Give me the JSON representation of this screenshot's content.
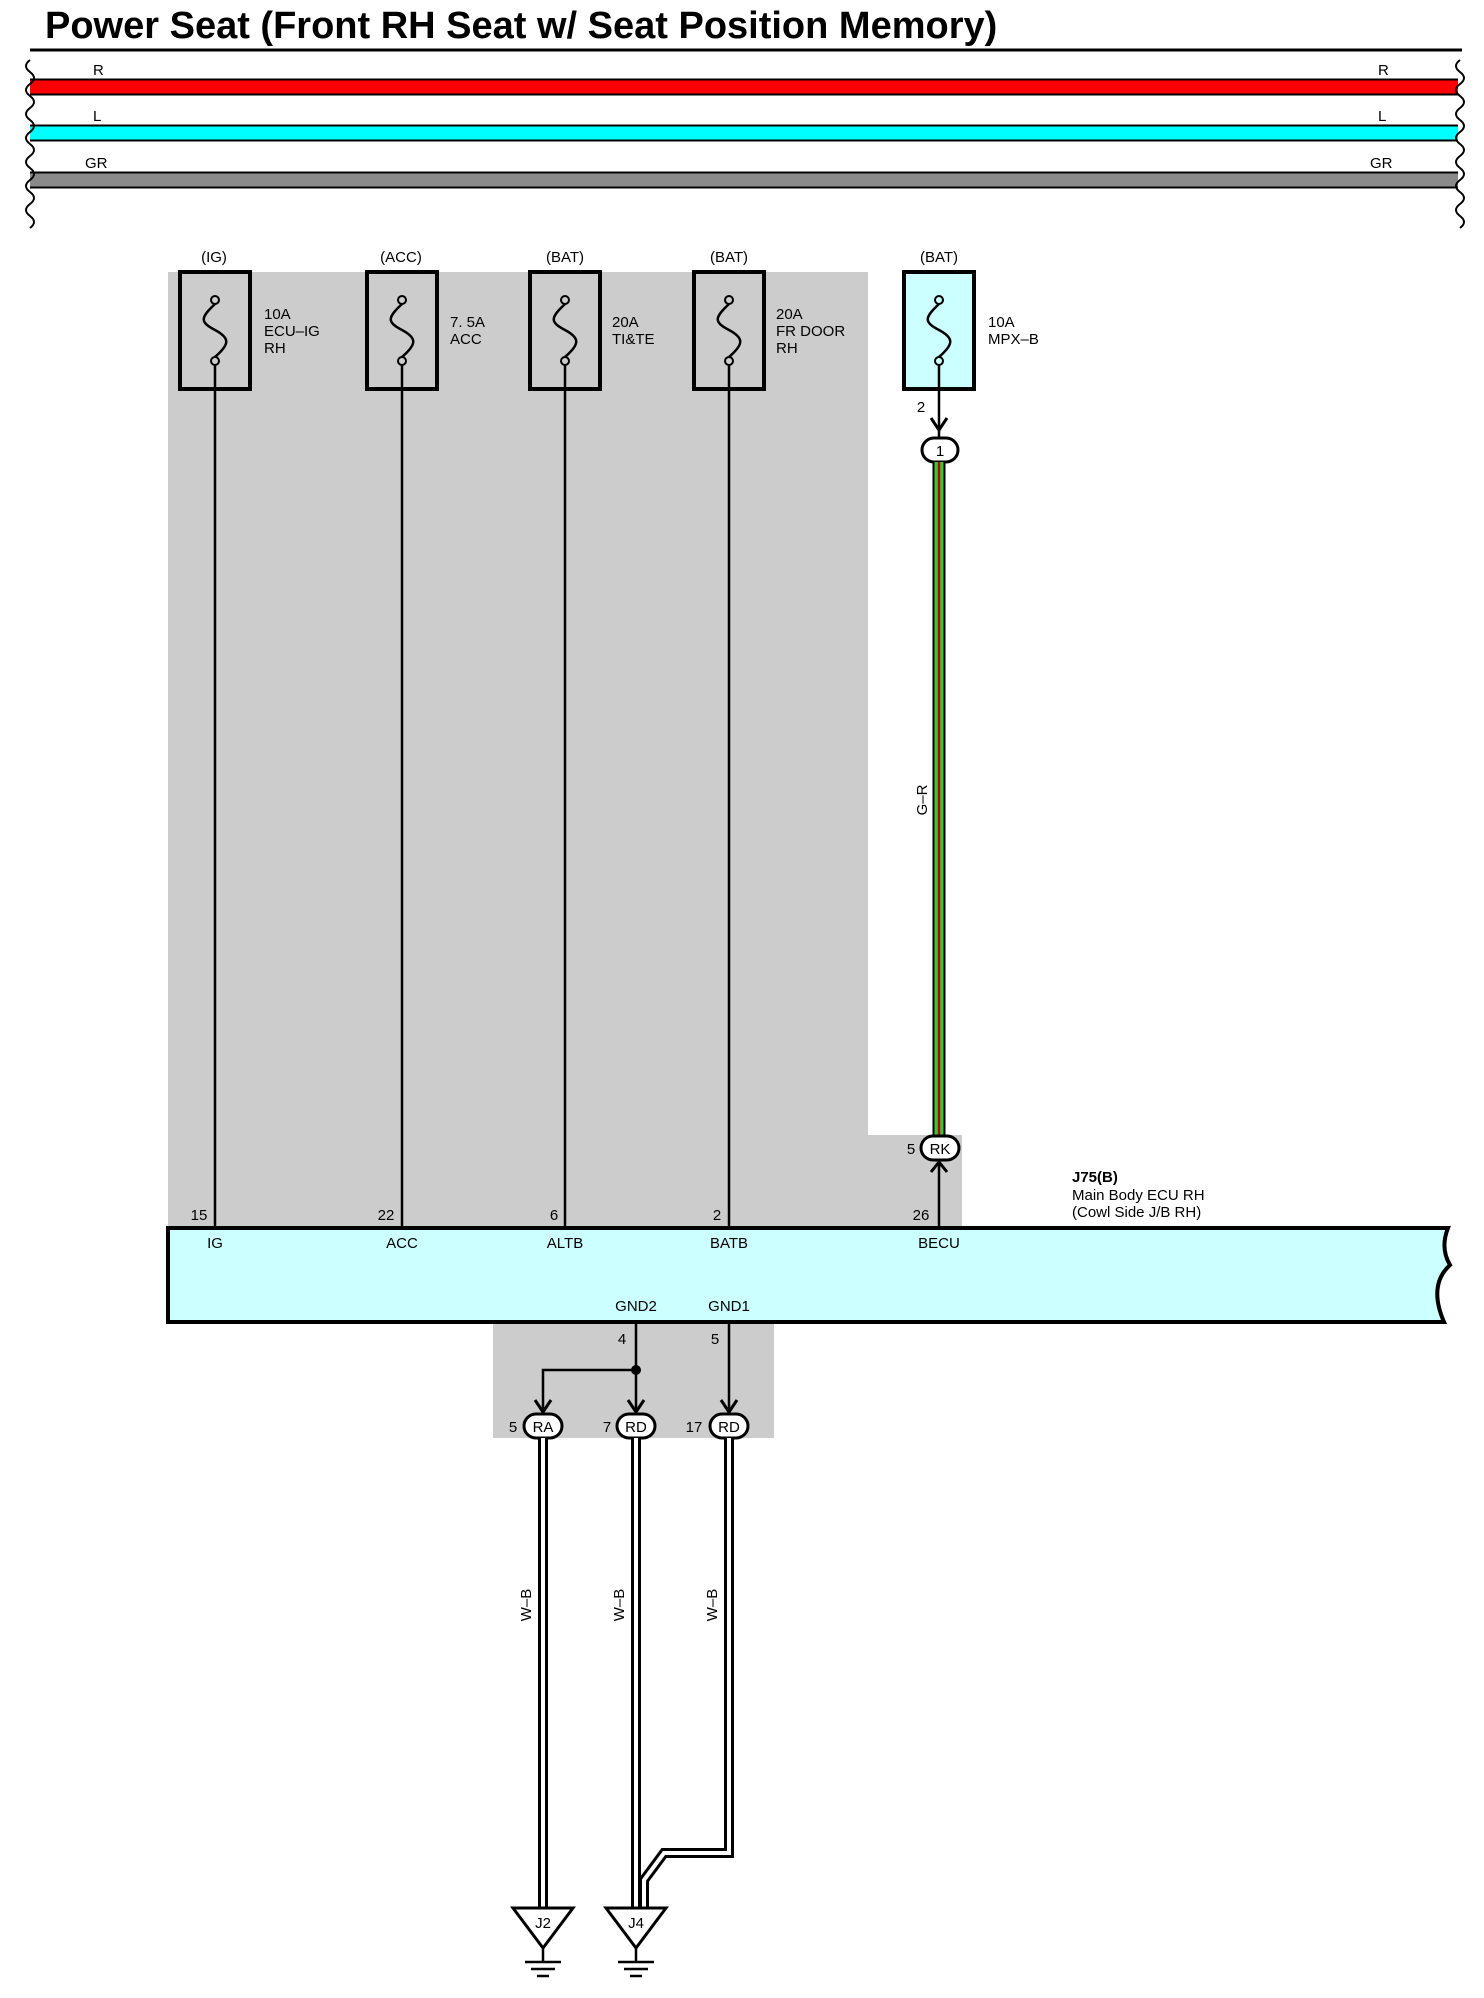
{
  "title": "Power Seat (Front RH Seat w/ Seat Position Memory)",
  "colors": {
    "red": "#ff0000",
    "cyan": "#00ffff",
    "gray": "#8a8a8a",
    "shade": "#cccccc",
    "ecu_fill": "#ccffff",
    "green": "#39c939",
    "wire_red": "#c00000"
  },
  "buses": [
    {
      "code": "R"
    },
    {
      "code": "L"
    },
    {
      "code": "GR"
    }
  ],
  "fuses": [
    {
      "source": "(IG)",
      "rating": "10A",
      "name_line1": "ECU–IG",
      "name_line2": "RH"
    },
    {
      "source": "(ACC)",
      "rating": "7. 5A",
      "name_line1": "ACC",
      "name_line2": ""
    },
    {
      "source": "(BAT)",
      "rating": "20A",
      "name_line1": "TI&TE",
      "name_line2": ""
    },
    {
      "source": "(BAT)",
      "rating": "20A",
      "name_line1": "FR DOOR",
      "name_line2": "RH"
    },
    {
      "source": "(BAT)",
      "rating": "10A",
      "name_line1": "MPX–B",
      "name_line2": ""
    }
  ],
  "mpx_wire": {
    "fuse_pin": "2",
    "junction": "1",
    "color_code": "G–R",
    "conn_pin": "5",
    "conn_code": "RK"
  },
  "ecu": {
    "ref": "J75(B)",
    "name": "Main Body ECU RH",
    "location": "(Cowl Side J/B RH)",
    "top_pins": [
      {
        "num": "15",
        "name": "IG"
      },
      {
        "num": "22",
        "name": "ACC"
      },
      {
        "num": "6",
        "name": "ALTB"
      },
      {
        "num": "2",
        "name": "BATB"
      },
      {
        "num": "26",
        "name": "BECU"
      }
    ],
    "bottom_pins": [
      {
        "num": "4",
        "name": "GND2"
      },
      {
        "num": "5",
        "name": "GND1"
      }
    ]
  },
  "ground_connectors": [
    {
      "pin": "5",
      "code": "RA",
      "wire": "W–B"
    },
    {
      "pin": "7",
      "code": "RD",
      "wire": "W–B"
    },
    {
      "pin": "17",
      "code": "RD",
      "wire": "W–B"
    }
  ],
  "grounds": [
    {
      "code": "J2"
    },
    {
      "code": "J4"
    }
  ]
}
